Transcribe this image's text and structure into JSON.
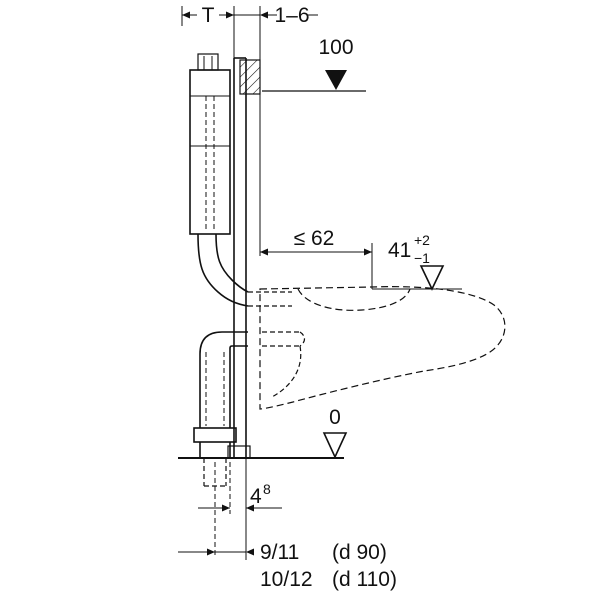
{
  "drawing": {
    "labels": {
      "frame_depth": "T",
      "wall_thickness_range": "1–6",
      "top_height": "100",
      "outreach_max": "≤ 62",
      "bowl_height_value": "41",
      "bowl_height_tol_plus": "+2",
      "bowl_height_tol_minus": "−1",
      "floor_level": "0",
      "offset_value": "4",
      "offset_alt": "8",
      "drain_d90_value": "9/11",
      "drain_d90_note": "(d 90)",
      "drain_d110_value": "10/12",
      "drain_d110_note": "(d 110)"
    },
    "colors": {
      "line": "#111111",
      "background": "#ffffff"
    }
  }
}
